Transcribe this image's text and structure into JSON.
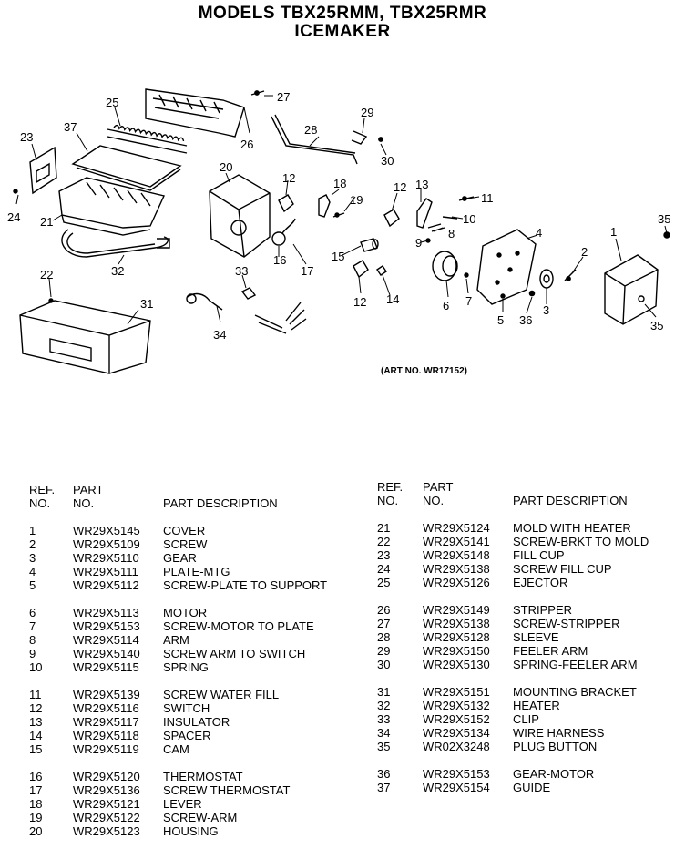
{
  "header": {
    "models": "MODELS TBX25RMM, TBX25RMR",
    "section": "ICEMAKER"
  },
  "art_no": "(ART NO. WR17152)",
  "callouts": [
    "1",
    "2",
    "3",
    "4",
    "5",
    "6",
    "7",
    "8",
    "9",
    "10",
    "11",
    "12",
    "13",
    "14",
    "15",
    "16",
    "17",
    "18",
    "19",
    "20",
    "21",
    "22",
    "23",
    "24",
    "25",
    "26",
    "27",
    "28",
    "29",
    "30",
    "31",
    "32",
    "33",
    "34",
    "35",
    "36",
    "37"
  ],
  "table_headers": {
    "ref": "REF.",
    "no": "NO.",
    "part": "PART",
    "part_no": "NO.",
    "desc": "PART DESCRIPTION"
  },
  "parts_left": [
    {
      "ref": "1",
      "pn": "WR29X5145",
      "desc": "COVER"
    },
    {
      "ref": "2",
      "pn": "WR29X5109",
      "desc": "SCREW"
    },
    {
      "ref": "3",
      "pn": "WR29X5110",
      "desc": "GEAR"
    },
    {
      "ref": "4",
      "pn": "WR29X5111",
      "desc": "PLATE-MTG"
    },
    {
      "ref": "5",
      "pn": "WR29X5112",
      "desc": "SCREW-PLATE TO SUPPORT"
    },
    {
      "ref": "6",
      "pn": "WR29X5113",
      "desc": "MOTOR"
    },
    {
      "ref": "7",
      "pn": "WR29X5153",
      "desc": "SCREW-MOTOR TO PLATE"
    },
    {
      "ref": "8",
      "pn": "WR29X5114",
      "desc": "ARM"
    },
    {
      "ref": "9",
      "pn": "WR29X5140",
      "desc": "SCREW ARM TO SWITCH"
    },
    {
      "ref": "10",
      "pn": "WR29X5115",
      "desc": "SPRING"
    },
    {
      "ref": "11",
      "pn": "WR29X5139",
      "desc": "SCREW WATER FILL"
    },
    {
      "ref": "12",
      "pn": "WR29X5116",
      "desc": "SWITCH"
    },
    {
      "ref": "13",
      "pn": "WR29X5117",
      "desc": "INSULATOR"
    },
    {
      "ref": "14",
      "pn": "WR29X5118",
      "desc": "SPACER"
    },
    {
      "ref": "15",
      "pn": "WR29X5119",
      "desc": "CAM"
    },
    {
      "ref": "16",
      "pn": "WR29X5120",
      "desc": "THERMOSTAT"
    },
    {
      "ref": "17",
      "pn": "WR29X5136",
      "desc": "SCREW THERMOSTAT"
    },
    {
      "ref": "18",
      "pn": "WR29X5121",
      "desc": "LEVER"
    },
    {
      "ref": "19",
      "pn": "WR29X5122",
      "desc": "SCREW-ARM"
    },
    {
      "ref": "20",
      "pn": "WR29X5123",
      "desc": "HOUSING"
    }
  ],
  "parts_right": [
    {
      "ref": "21",
      "pn": "WR29X5124",
      "desc": "MOLD WITH HEATER"
    },
    {
      "ref": "22",
      "pn": "WR29X5141",
      "desc": "SCREW-BRKT TO MOLD"
    },
    {
      "ref": "23",
      "pn": "WR29X5148",
      "desc": "FILL CUP"
    },
    {
      "ref": "24",
      "pn": "WR29X5138",
      "desc": "SCREW FILL CUP"
    },
    {
      "ref": "25",
      "pn": "WR29X5126",
      "desc": "EJECTOR"
    },
    {
      "ref": "26",
      "pn": "WR29X5149",
      "desc": "STRIPPER"
    },
    {
      "ref": "27",
      "pn": "WR29X5138",
      "desc": "SCREW-STRIPPER"
    },
    {
      "ref": "28",
      "pn": "WR29X5128",
      "desc": "SLEEVE"
    },
    {
      "ref": "29",
      "pn": "WR29X5150",
      "desc": "FEELER ARM"
    },
    {
      "ref": "30",
      "pn": "WR29X5130",
      "desc": "SPRING-FEELER ARM"
    },
    {
      "ref": "31",
      "pn": "WR29X5151",
      "desc": "MOUNTING BRACKET"
    },
    {
      "ref": "32",
      "pn": "WR29X5132",
      "desc": "HEATER"
    },
    {
      "ref": "33",
      "pn": "WR29X5152",
      "desc": "CLIP"
    },
    {
      "ref": "34",
      "pn": "WR29X5134",
      "desc": "WIRE HARNESS"
    },
    {
      "ref": "35",
      "pn": "WR02X3248",
      "desc": "PLUG BUTTON"
    },
    {
      "ref": "36",
      "pn": "WR29X5153",
      "desc": "GEAR-MOTOR"
    },
    {
      "ref": "37",
      "pn": "WR29X5154",
      "desc": "GUIDE"
    }
  ]
}
